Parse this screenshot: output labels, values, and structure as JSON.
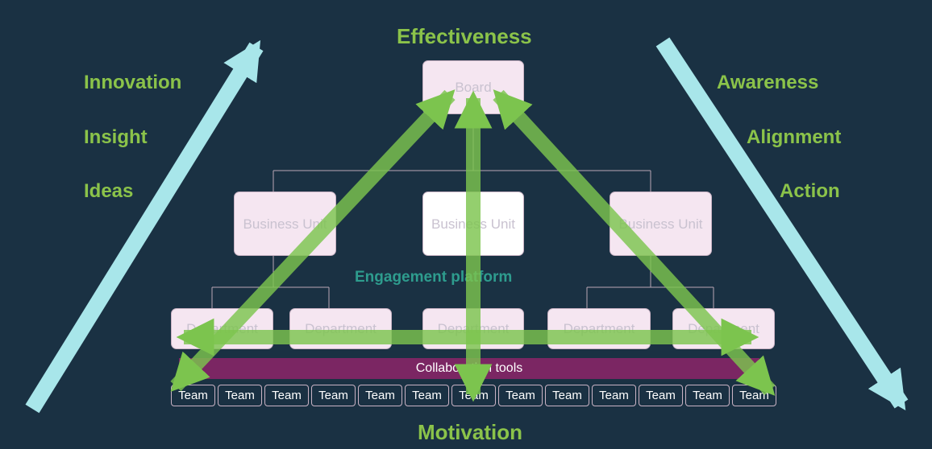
{
  "left_labels": [
    "Innovation",
    "Insight",
    "Ideas"
  ],
  "right_labels": [
    "Awareness",
    "Alignment",
    "Action"
  ],
  "top_label": "Effectiveness",
  "bottom_label": "Motivation",
  "org": {
    "board": "Board",
    "business_units": [
      "Business Unit",
      "Business Unit",
      "Business Unit"
    ],
    "departments": [
      "Department",
      "Department",
      "Department",
      "Department",
      "Department"
    ],
    "teams": [
      "Team",
      "Team",
      "Team",
      "Team",
      "Team",
      "Team",
      "Team",
      "Team",
      "Team",
      "Team",
      "Team",
      "Team",
      "Team"
    ]
  },
  "engagement_label": "Engagement platform",
  "collaboration_label": "Collaboration tools",
  "colors": {
    "background": "#1a3143",
    "label_green": "#8bc34a",
    "arrow_green": "#7cc44e",
    "arrow_cyan": "#a8e6ea",
    "collab_purple": "#7b2663",
    "node_pink": "#f5e6f1",
    "engagement_teal": "#2e9c8e"
  }
}
